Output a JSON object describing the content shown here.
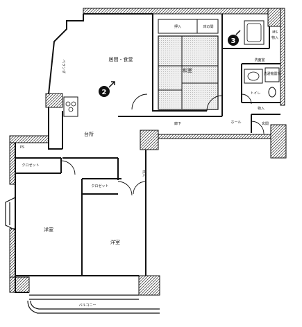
{
  "rooms": {
    "living_dining": "居間・食堂",
    "washitsu": "和室",
    "kitchen": "台所",
    "western_room_1": "洋室",
    "western_room_2": "洋室",
    "hallway": "廊下",
    "hall": "ホール",
    "entrance": "玄関",
    "washroom": "洗面室",
    "toilet": "トイレ",
    "balcony": "バルコニー",
    "veranda": "ベランダ",
    "oshiire": "押入",
    "tokonoma": "床の間",
    "closet_1": "クロゼット",
    "closet_2": "クロゼット",
    "storage_hall": "物入",
    "storage_entry": "物入",
    "storage_bath": "物入",
    "ps": "PS",
    "ms": "MS",
    "washing_machine": "洗濯機置場"
  },
  "markers": {
    "photo_2": "2",
    "photo_3": "3"
  },
  "colors": {
    "wall": "#111111",
    "hatch": "#555555",
    "tatami": "#e8e8e8",
    "background": "#ffffff"
  }
}
